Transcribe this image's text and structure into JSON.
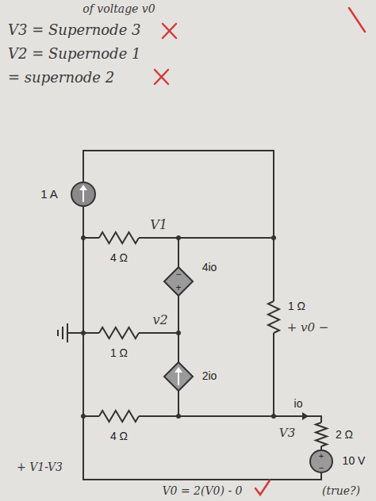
{
  "diagram": {
    "labels": [
      "of voltage v0",
      "V3 = Supernode 3",
      "V2 = Supernode 1",
      "= supernode 2",
      "1 A",
      "4 Ω",
      "V1",
      "4io",
      "−",
      "+",
      "1 Ω",
      "+ v0 −",
      "v2",
      "1 Ω",
      "2io",
      "V3",
      "4 Ω",
      "io",
      "2 Ω",
      "+",
      "−",
      "10 V",
      "+ V1-V3",
      "V0 = 2(V0) - 0",
      "(true?)"
    ]
  }
}
